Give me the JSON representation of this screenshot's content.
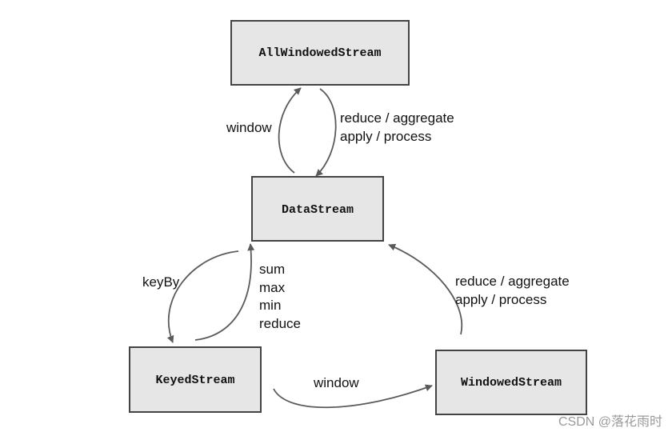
{
  "nodes": {
    "all_windowed": "AllWindowedStream",
    "datastream": "DataStream",
    "keyed": "KeyedStream",
    "windowed": "WindowedStream"
  },
  "edges": {
    "ds_to_all_window": "window",
    "all_to_ds_reduce_line1": "reduce / aggregate",
    "all_to_ds_reduce_line2": "apply / process",
    "ds_to_keyed": "keyBy",
    "keyed_to_ds_agg": [
      "sum",
      "max",
      "min",
      "reduce"
    ],
    "keyed_to_windowed": "window",
    "windowed_to_ds_line1": "reduce / aggregate",
    "windowed_to_ds_line2": "apply / process"
  },
  "watermark": "CSDN @落花雨时"
}
